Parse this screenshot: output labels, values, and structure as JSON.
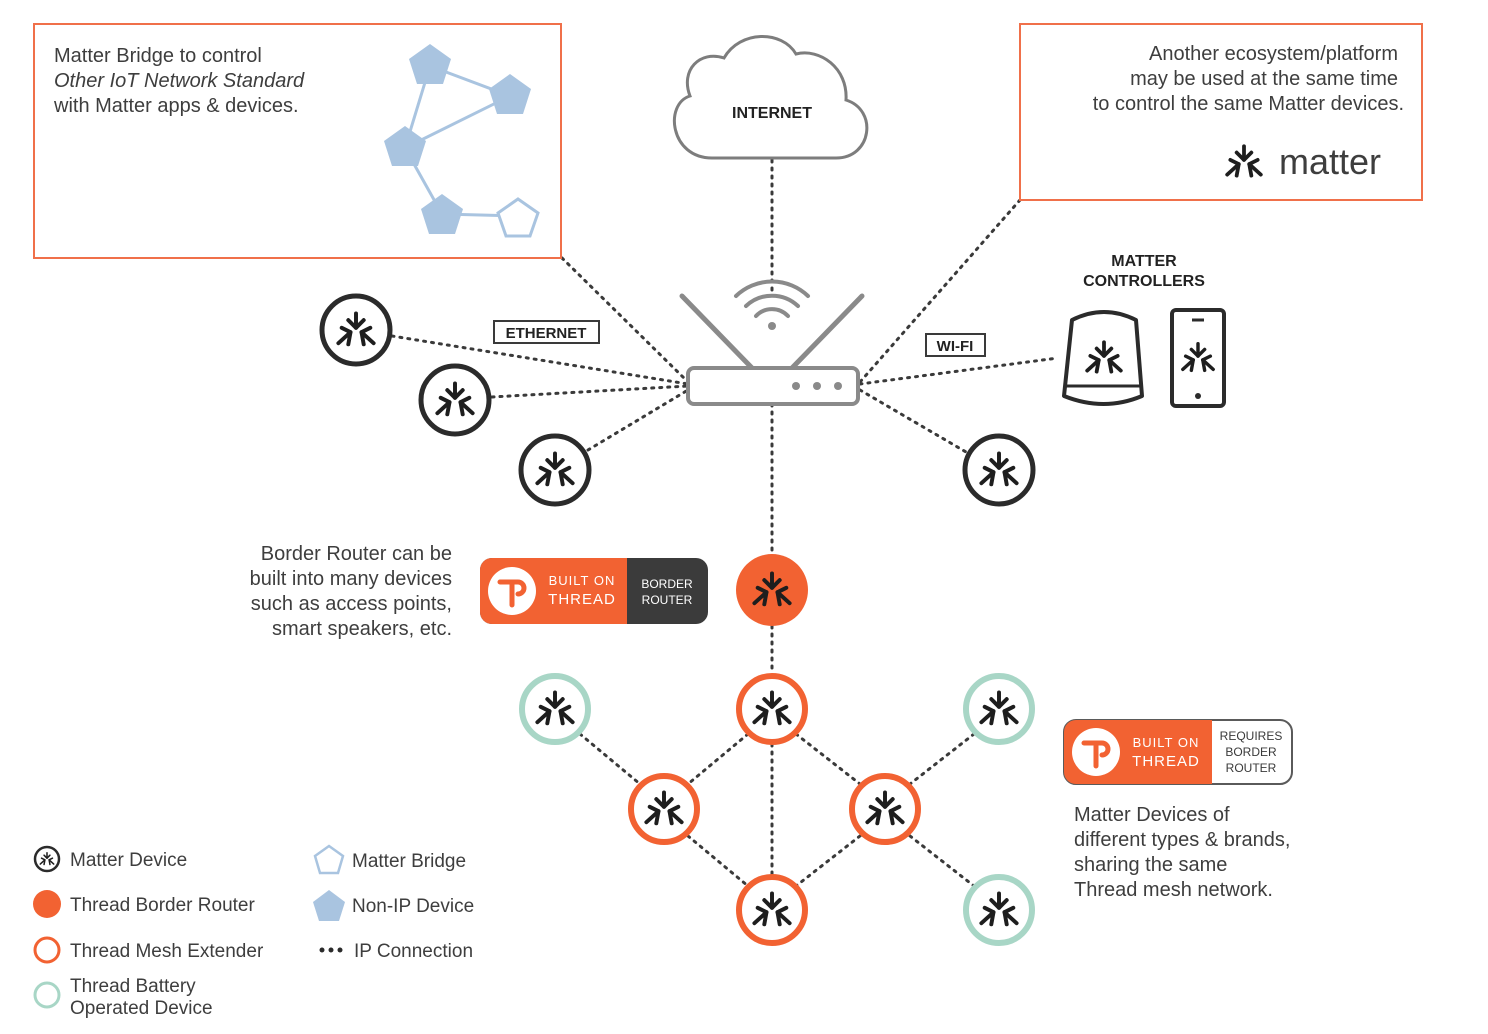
{
  "bridge_box": {
    "line1": "Matter Bridge to control",
    "line2": "Other IoT Network Standard",
    "line3": "with Matter apps & devices."
  },
  "ecosystem_box": {
    "line1": "Another ecosystem/platform",
    "line2": "may be used at the same time",
    "line3": "to control the same Matter devices.",
    "logo_text": "matter"
  },
  "internet_label": "INTERNET",
  "ethernet_label": "ETHERNET",
  "wifi_label": "WI-FI",
  "controllers": {
    "line1": "MATTER",
    "line2": "CONTROLLERS"
  },
  "border_router_note": {
    "line1": "Border Router can be",
    "line2": "built into many devices",
    "line3": "such as access points,",
    "line4": "smart speakers, etc."
  },
  "badge_border_router": {
    "built_on": "BUILT ON",
    "thread": "THREAD",
    "side1": "BORDER",
    "side2": "ROUTER"
  },
  "badge_requires": {
    "built_on": "BUILT ON",
    "thread": "THREAD",
    "side1": "REQUIRES",
    "side2": "BORDER",
    "side3": "ROUTER"
  },
  "mesh_note": {
    "line1": "Matter Devices of",
    "line2": "different types & brands,",
    "line3": "sharing the same",
    "line4": "Thread mesh network."
  },
  "legend": {
    "matter_device": "Matter Device",
    "thread_border_router": "Thread Border Router",
    "thread_mesh_extender": "Thread Mesh Extender",
    "thread_battery_1": "Thread Battery",
    "thread_battery_2": "Operated Device",
    "matter_bridge": "Matter Bridge",
    "non_ip_device": "Non-IP Device",
    "ip_connection": "IP Connection"
  },
  "colors": {
    "thread_orange": "#f26232",
    "panel_border": "#f0704a",
    "battery_green": "#a8d6c6",
    "bridge_blue": "#a9c4e0",
    "device_dark": "#2b2b2b"
  },
  "icons": [
    "matter-logo-icon",
    "cloud-icon",
    "router-icon",
    "wifi-icon",
    "smart-speaker-icon",
    "phone-icon",
    "thread-logo-icon",
    "pentagon-icon"
  ]
}
